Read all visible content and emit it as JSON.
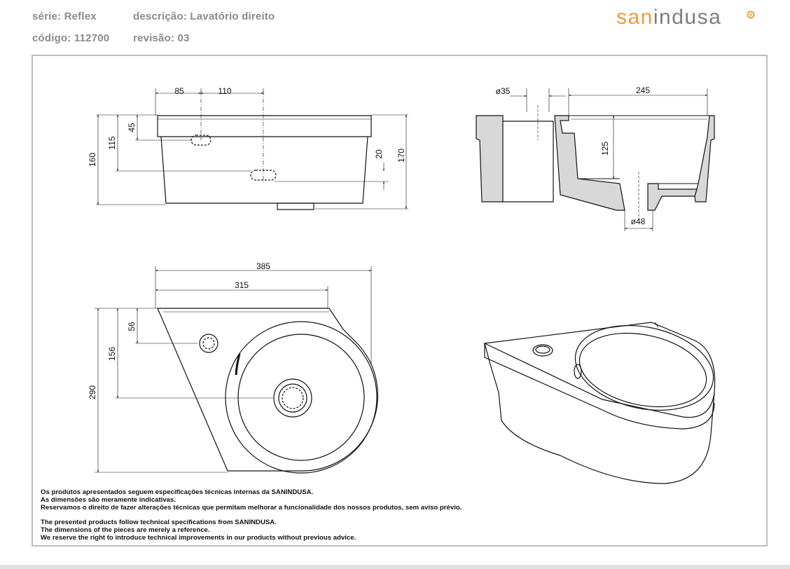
{
  "header": {
    "serie": "série: Reflex",
    "descricao": "descrição: Lavatório direito",
    "codigo": "código: 112700",
    "revisao": "revisão: 03"
  },
  "logo": {
    "part1": "san",
    "part2": "indusa",
    "accent_color": "#f39a3b",
    "text_color": "#7e7e7e"
  },
  "dimensions": {
    "front_view": {
      "d85": "85",
      "d110": "110",
      "d45": "45",
      "d115": "115",
      "d160": "160",
      "d20": "20",
      "d170": "170"
    },
    "side_view": {
      "d35": "ø35",
      "d245": "245",
      "d125": "125",
      "d48": "ø48"
    },
    "top_view": {
      "d385": "385",
      "d315": "315",
      "d56": "56",
      "d156": "156",
      "d290": "290"
    }
  },
  "notes": {
    "pt": [
      "Os produtos apresentados seguem especificações técnicas internas da SANINDUSA.",
      "As dimensões são meramente indicativas.",
      "Reservamos o direito de fazer alterações técnicas que permitam melhorar a funcionalidade dos nossos produtos, sem aviso prévio."
    ],
    "en": [
      "The presented products follow technical specifications from SANINDUSA.",
      "The dimensions of the pieces are merely a reference.",
      "We reserve the right to introduce technical improvements in our products without previous advice."
    ]
  }
}
